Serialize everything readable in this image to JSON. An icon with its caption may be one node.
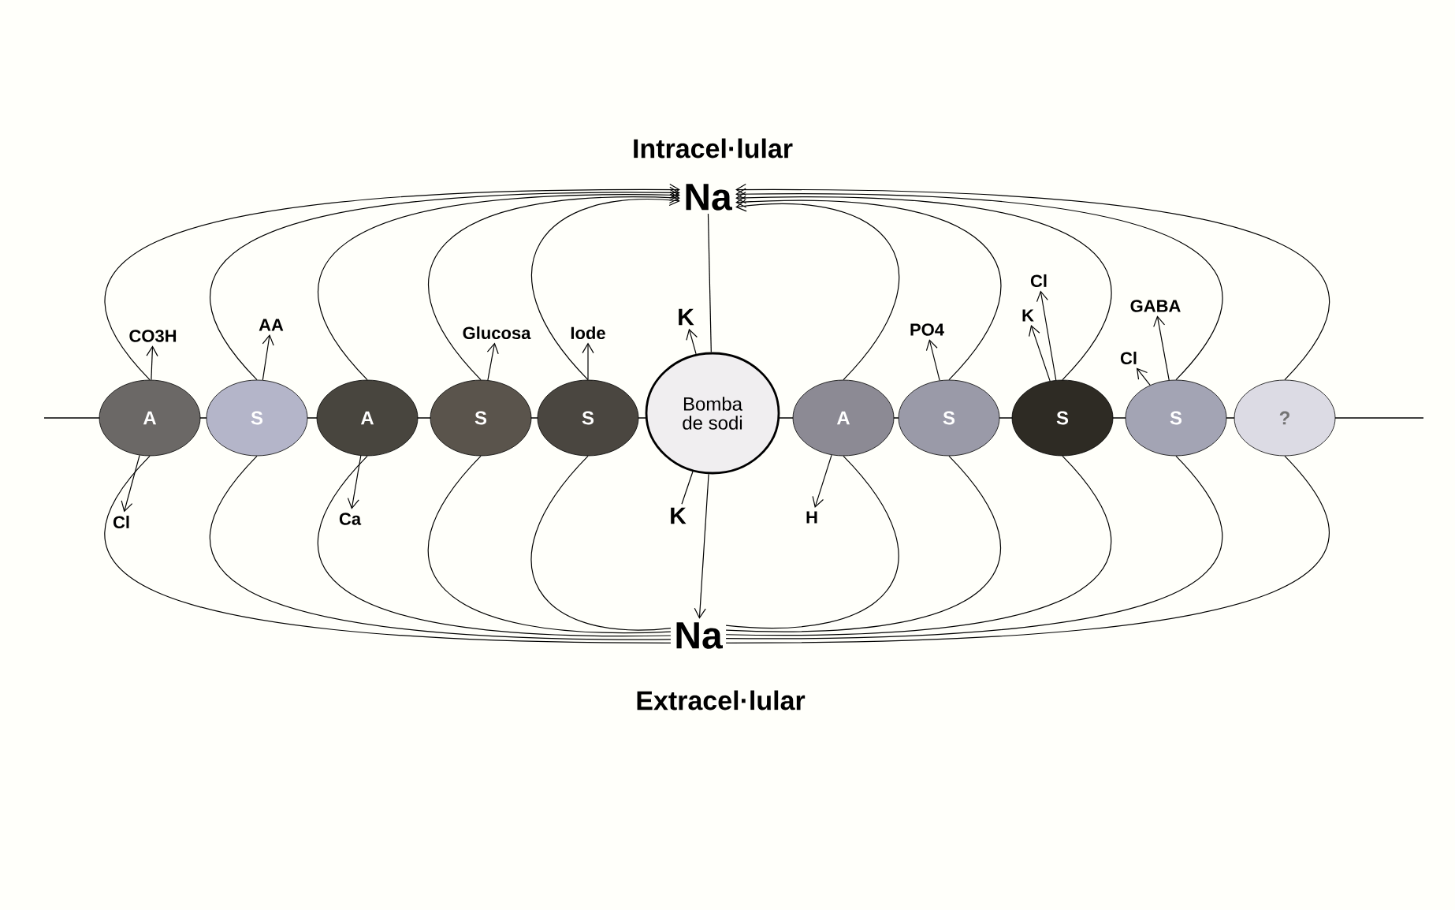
{
  "diagram": {
    "nodes": [
      {
        "text": [
          "Na"
        ]
      },
      {
        "text": [
          "Na"
        ]
      },
      {
        "text": [
          "A"
        ]
      },
      {
        "text": [
          "S"
        ]
      },
      {
        "text": [
          "A"
        ]
      },
      {
        "text": [
          "S"
        ]
      },
      {
        "text": [
          "S"
        ]
      },
      {
        "text": [
          "Bomba de sodi"
        ]
      },
      {
        "text": [
          "A"
        ]
      },
      {
        "text": [
          "S"
        ]
      },
      {
        "text": [
          "S"
        ]
      },
      {
        "text": [
          "S"
        ]
      },
      {
        "text": [
          "?"
        ]
      },
      {
        "text": [
          "CO3H"
        ]
      },
      {
        "text": [
          "Cl"
        ]
      },
      {
        "text": [
          "AA"
        ]
      },
      {
        "text": [
          "Ca"
        ]
      },
      {
        "text": [
          "Glucosa"
        ]
      },
      {
        "text": [
          "Iode"
        ]
      },
      {
        "text": [
          "K"
        ]
      },
      {
        "text": [
          "K"
        ]
      },
      {
        "text": [
          "H"
        ]
      },
      {
        "text": [
          "PO4"
        ]
      },
      {
        "text": [
          "K"
        ]
      },
      {
        "text": [
          "Cl"
        ]
      },
      {
        "text": [
          "Cl"
        ]
      },
      {
        "text": [
          "GABA"
        ]
      }
    ],
    "edges": [
      {
        "from": 1,
        "to": 2,
        "arrow": "none"
      },
      {
        "from": 2,
        "to": 0,
        "arrow": "to"
      },
      {
        "from": 1,
        "to": 3,
        "arrow": "none"
      },
      {
        "from": 3,
        "to": 0,
        "arrow": "to"
      },
      {
        "from": 1,
        "to": 4,
        "arrow": "none"
      },
      {
        "from": 4,
        "to": 0,
        "arrow": "to"
      },
      {
        "from": 1,
        "to": 5,
        "arrow": "none"
      },
      {
        "from": 5,
        "to": 0,
        "arrow": "to"
      },
      {
        "from": 1,
        "to": 6,
        "arrow": "none"
      },
      {
        "from": 6,
        "to": 0,
        "arrow": "to"
      },
      {
        "from": 0,
        "to": 7,
        "arrow": "none"
      },
      {
        "from": 7,
        "to": 1,
        "arrow": "to"
      },
      {
        "from": 20,
        "to": 7,
        "arrow": "none"
      },
      {
        "from": 7,
        "to": 19,
        "arrow": "to"
      },
      {
        "from": 1,
        "to": 8,
        "arrow": "none"
      },
      {
        "from": 8,
        "to": 0,
        "arrow": "to"
      },
      {
        "from": 1,
        "to": 9,
        "arrow": "none"
      },
      {
        "from": 9,
        "to": 0,
        "arrow": "to"
      },
      {
        "from": 1,
        "to": 10,
        "arrow": "none"
      },
      {
        "from": 10,
        "to": 0,
        "arrow": "to"
      },
      {
        "from": 1,
        "to": 11,
        "arrow": "none"
      },
      {
        "from": 11,
        "to": 0,
        "arrow": "to"
      },
      {
        "from": 1,
        "to": 12,
        "arrow": "none"
      },
      {
        "from": 12,
        "to": 0,
        "arrow": "to"
      },
      {
        "from": 2,
        "to": 13,
        "arrow": "to"
      },
      {
        "from": 2,
        "to": 14,
        "arrow": "to"
      },
      {
        "from": 3,
        "to": 15,
        "arrow": "to"
      },
      {
        "from": 4,
        "to": 16,
        "arrow": "to"
      },
      {
        "from": 5,
        "to": 17,
        "arrow": "to"
      },
      {
        "from": 6,
        "to": 18,
        "arrow": "to"
      },
      {
        "from": 8,
        "to": 21,
        "arrow": "to"
      },
      {
        "from": 9,
        "to": 22,
        "arrow": "to"
      },
      {
        "from": 10,
        "to": 23,
        "arrow": "to"
      },
      {
        "from": 10,
        "to": 24,
        "arrow": "to"
      },
      {
        "from": 11,
        "to": 25,
        "arrow": "to"
      },
      {
        "from": 11,
        "to": 26,
        "arrow": "to"
      }
    ],
    "labels": [
      "Intracel·lular",
      "Extracel·lular"
    ]
  }
}
